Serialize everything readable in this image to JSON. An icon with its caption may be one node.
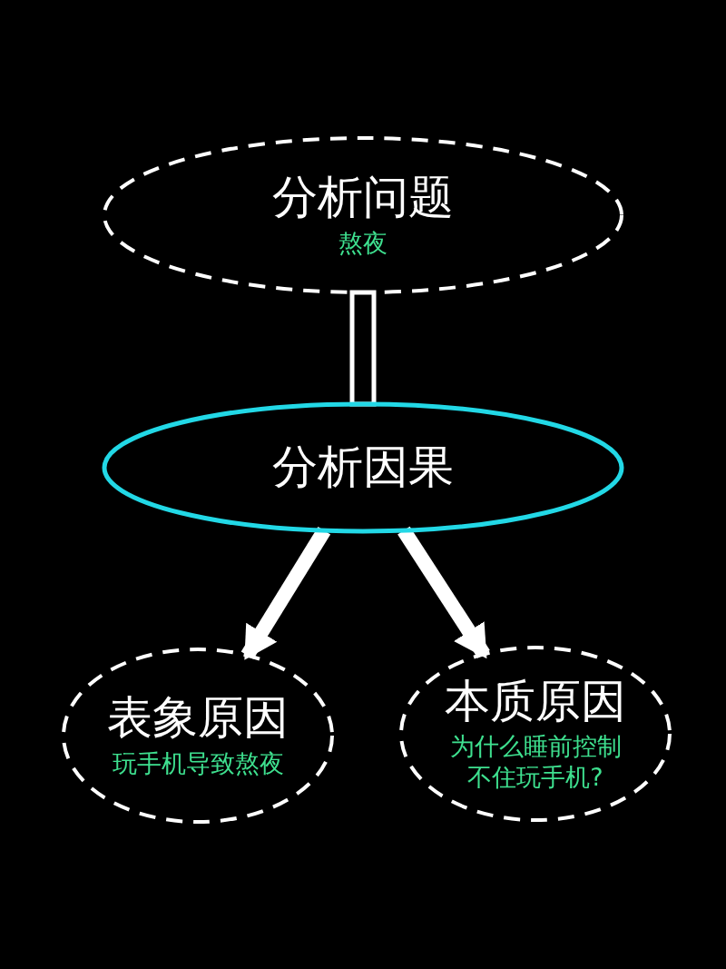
{
  "diagram": {
    "nodes": [
      {
        "text": [
          "分析问题",
          "熬夜"
        ]
      },
      {
        "text": [
          "分析因果"
        ]
      },
      {
        "text": [
          "表象原因",
          "玩手机导致熬夜"
        ]
      },
      {
        "text": [
          "本质原因",
          "为什么睡前控制不住玩手机?"
        ]
      }
    ],
    "edges": [
      {
        "from": 0,
        "to": 1,
        "arrow": "none"
      },
      {
        "from": 1,
        "to": 2,
        "arrow": "to"
      },
      {
        "from": 1,
        "to": 3,
        "arrow": "to"
      }
    ]
  }
}
